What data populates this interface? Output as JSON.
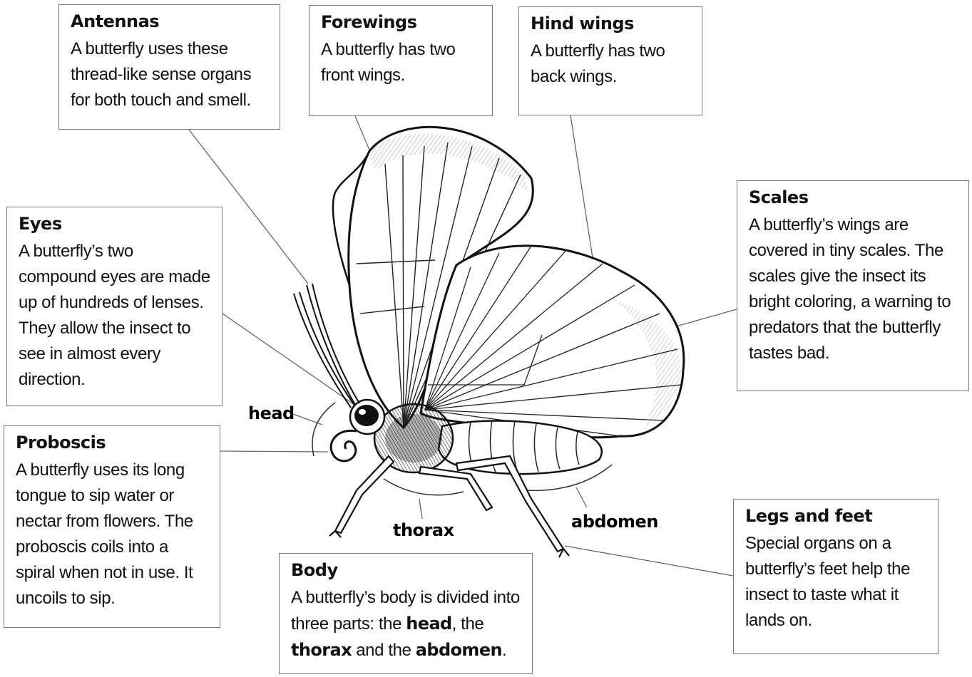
{
  "callouts": {
    "antennas": {
      "title": "Antennas",
      "text": "A butterfly uses these thread-like sense organs for both touch and smell."
    },
    "forewings": {
      "title": "Forewings",
      "text": "A butterfly has two front wings."
    },
    "hind_wings": {
      "title": "Hind wings",
      "text": "A butterfly has two back wings."
    },
    "scales": {
      "title": "Scales",
      "text": "A butterfly’s wings are covered in tiny scales. The scales give the insect its bright coloring, a warning to predators that the butterfly tastes bad."
    },
    "eyes": {
      "title": "Eyes",
      "text": "A butterfly’s two compound eyes are made up of hundreds of lenses. They allow the insect to see in almost every direction."
    },
    "proboscis": {
      "title": "Proboscis",
      "text": "A butterfly uses its long tongue to sip water or nectar from flowers. The proboscis coils into a spiral when not in use. It uncoils to sip."
    },
    "legs_feet": {
      "title": "Legs and feet",
      "text": "Special organs on a butterfly’s feet help the insect to taste what it lands on."
    },
    "body": {
      "title": "Body",
      "text_1": "A butterfly’s body is divided into three parts: the ",
      "head": "head",
      "text_2": ", the ",
      "thorax": "thorax",
      "text_3": " and the ",
      "abdomen": "abdomen",
      "text_4": "."
    }
  },
  "body_parts": {
    "head": "head",
    "thorax": "thorax",
    "abdomen": "abdomen"
  }
}
